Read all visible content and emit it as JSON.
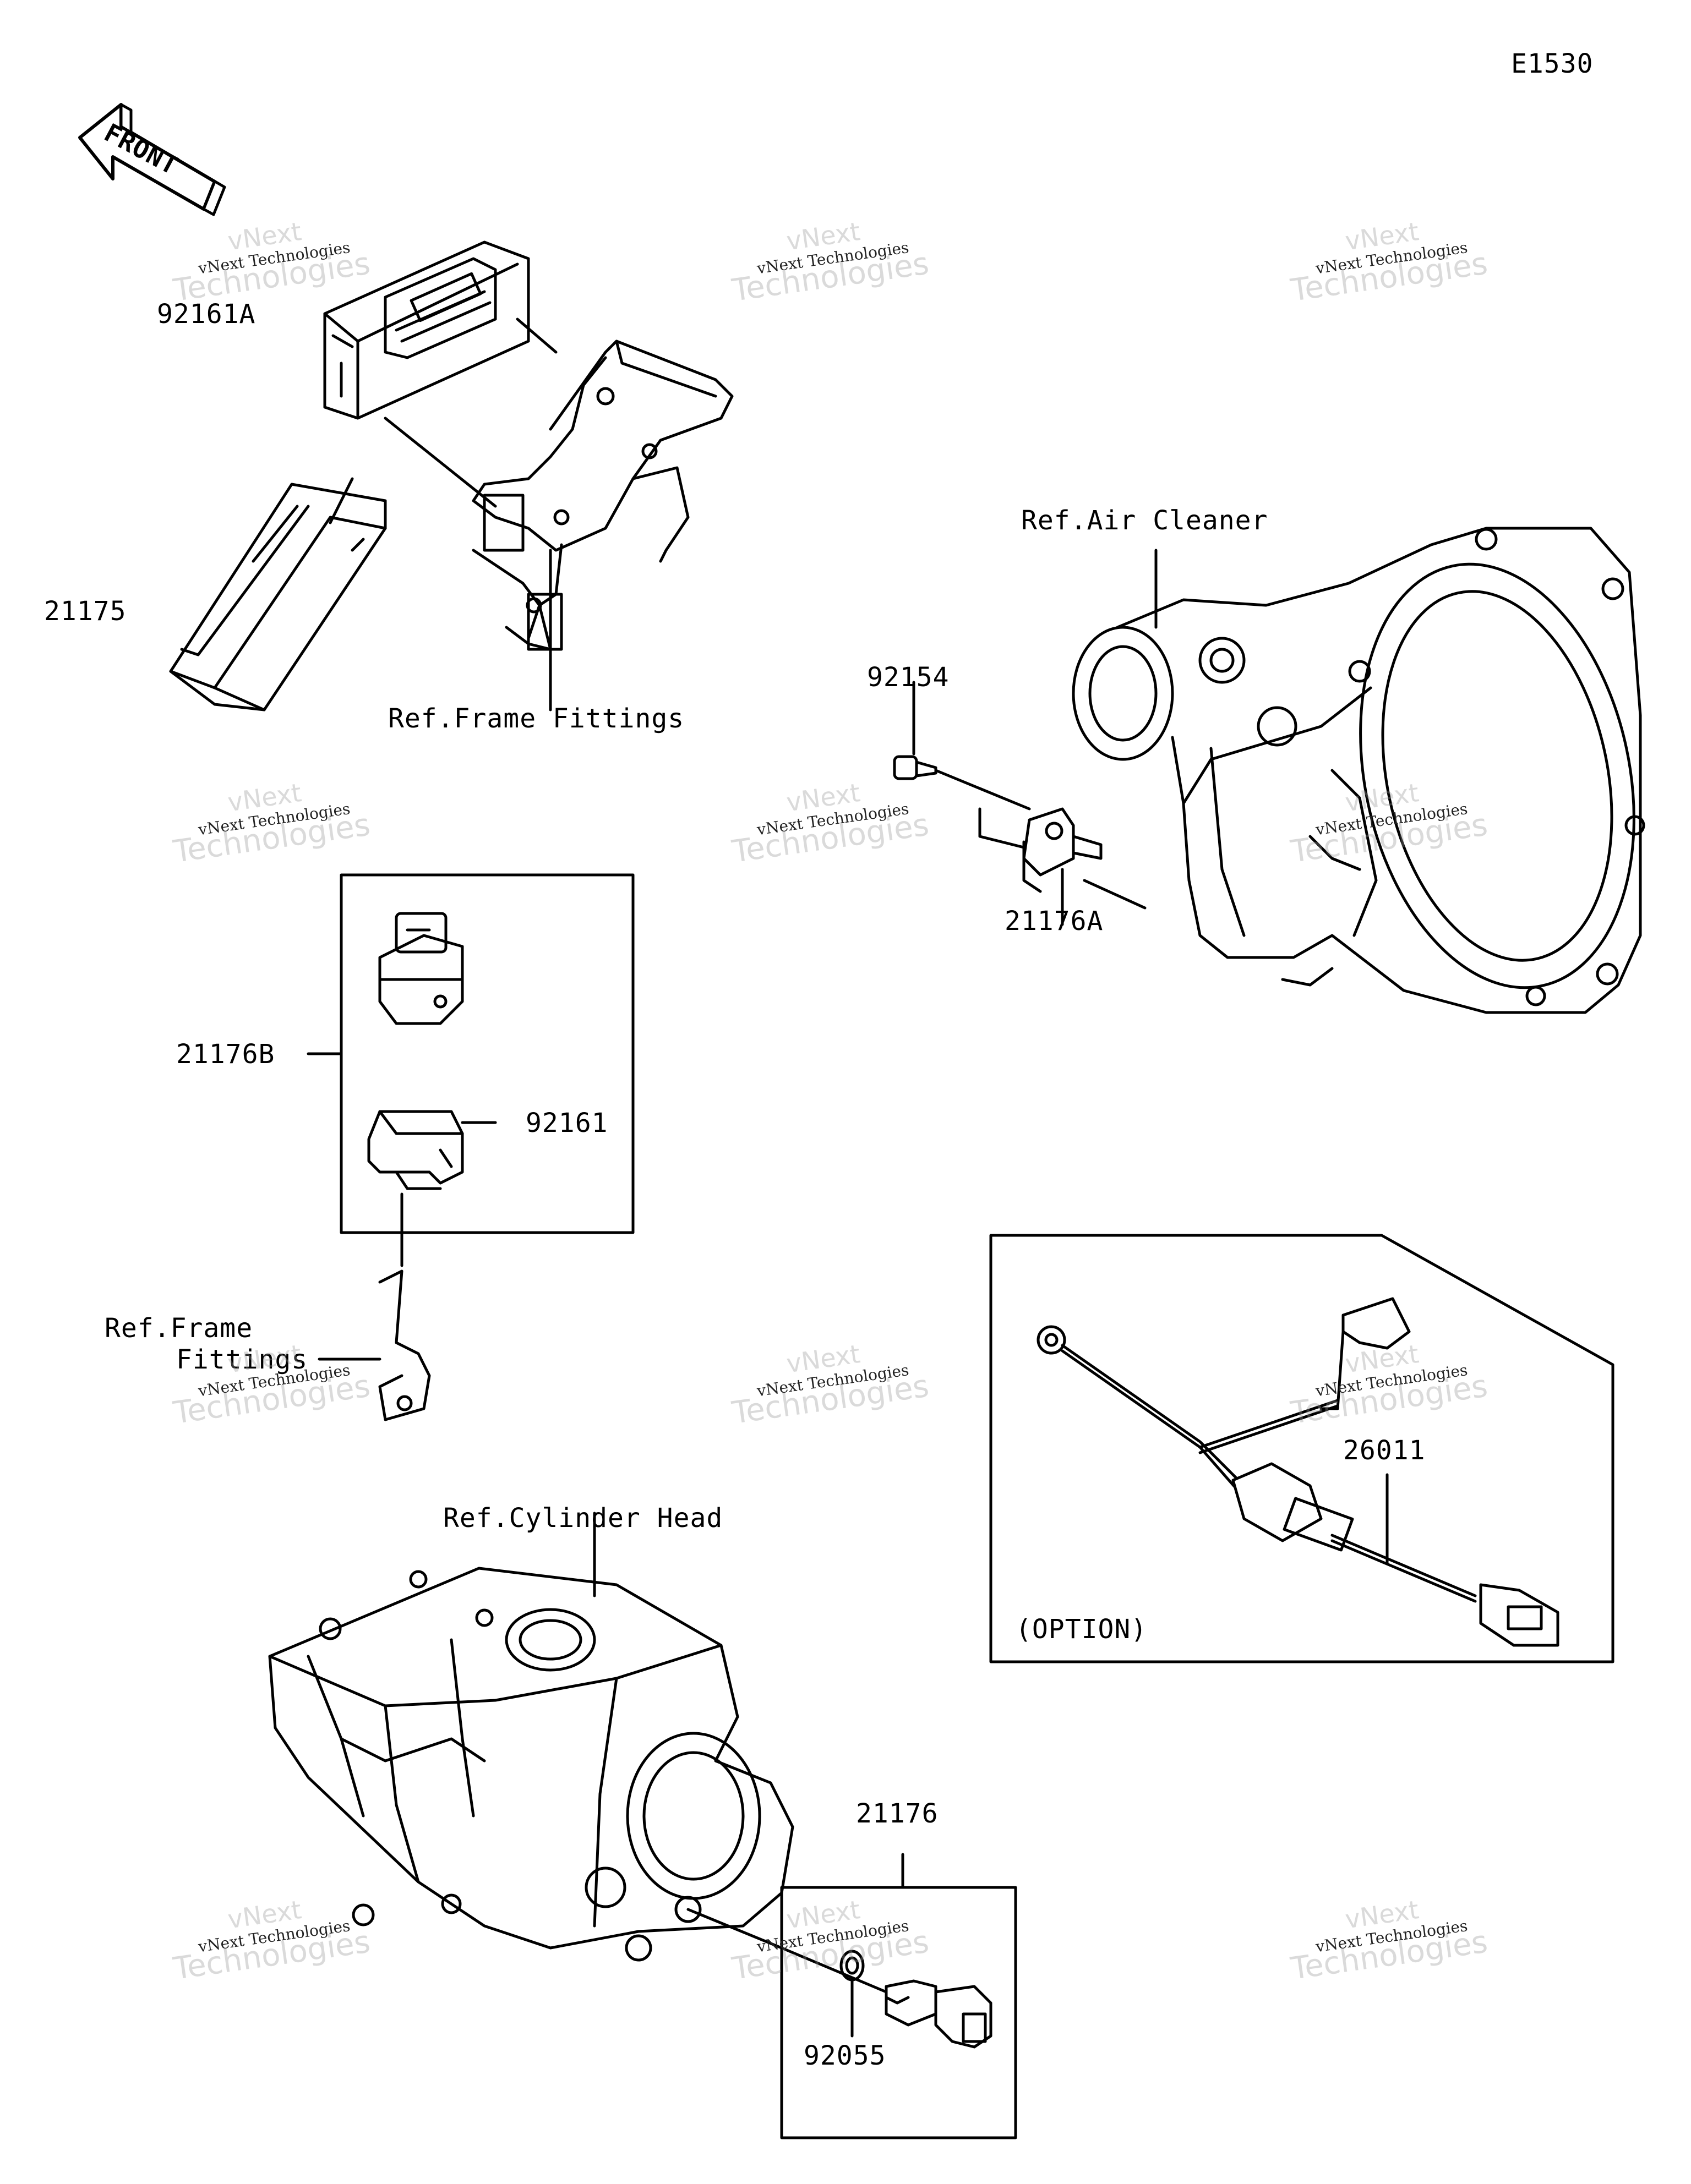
{
  "diagram_code": "E1530",
  "front_label": "FRONT",
  "watermark": {
    "brand": "vNext",
    "big": "Technologies",
    "small": "vNext Technologies"
  },
  "labels": {
    "p92161A": "92161A",
    "p21175": "21175",
    "ref_frame_fittings_top": "Ref.Frame Fittings",
    "ref_air_cleaner": "Ref.Air Cleaner",
    "p92154": "92154",
    "p21176A": "21176A",
    "p21176B": "21176B",
    "p92161": "92161",
    "ref_frame_line1": "Ref.Frame",
    "ref_frame_line2": "Fittings",
    "p26011": "26011",
    "option": "(OPTION)",
    "ref_cylinder_head": "Ref.Cylinder Head",
    "p21176": "21176",
    "p92055": "92055"
  }
}
